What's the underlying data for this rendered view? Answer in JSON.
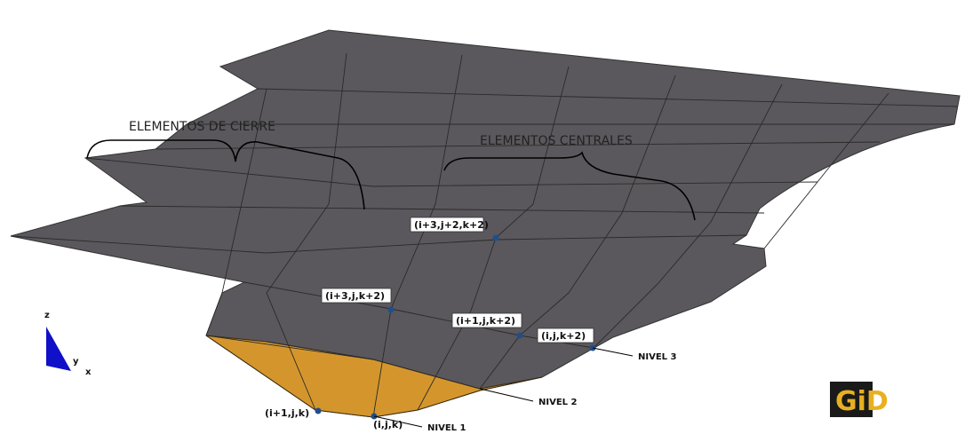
{
  "labels": {
    "cierre": "ELEMENTOS DE CIERRE",
    "centrales": "ELEMENTOS CENTRALES"
  },
  "nodes": {
    "n1": "(i+3,j+2,k+2)",
    "n2": "(i+3,j,k+2)",
    "n3": "(i+1,j,k+2)",
    "n4": "(i,j,k+2)",
    "n5": "(i+1,j,k)",
    "n6": "(i,j,k)"
  },
  "levels": {
    "l1": "NIVEL 1",
    "l2": "NIVEL 2",
    "l3": "NIVEL 3"
  },
  "axes": {
    "z": "z",
    "y": "y",
    "x": "x"
  },
  "logo": "GiD",
  "colors": {
    "surface": "#5a585c",
    "orange": "#d4962c",
    "node": "#1f4e8c",
    "axis": "#1010c8"
  }
}
